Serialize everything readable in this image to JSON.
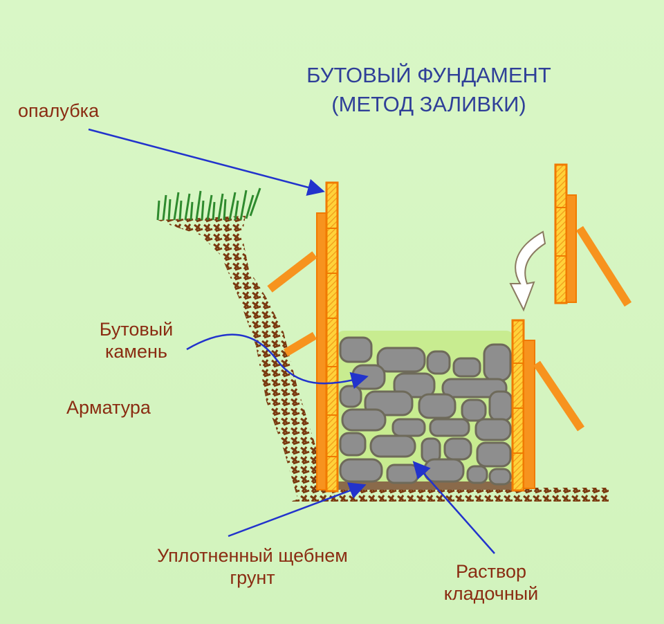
{
  "title": {
    "line1": "БУТОВЫЙ ФУНДАМЕНТ",
    "line2": "(МЕТОД ЗАЛИВКИ)"
  },
  "labels": {
    "formwork": "опалубка",
    "rubble_stone_1": "Бутовый",
    "rubble_stone_2": "камень",
    "rebar": "Арматура",
    "compacted_soil_1": "Уплотненный щебнем",
    "compacted_soil_2": "грунт",
    "mortar_1": "Раствор",
    "mortar_2": "кладочный"
  },
  "colors": {
    "title": "#2f3f98",
    "label": "#8a2c12",
    "arrow": "#2233cc",
    "formwork": "#f7931e",
    "stone": "#8f8f8f",
    "soil": "#7a3a10",
    "grass": "#2e8a2e"
  }
}
